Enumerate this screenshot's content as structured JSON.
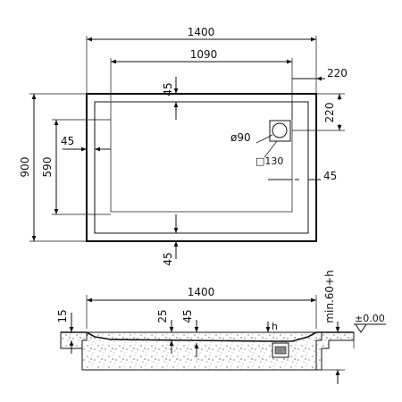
{
  "plan": {
    "overall_width": "1400",
    "inner_width": "1090",
    "offset_right": "220",
    "drain_offset_right": "220",
    "overall_depth": "900",
    "inner_depth": "590",
    "left_margin": "45",
    "right_margin": "45",
    "top_margin": "45",
    "bottom_margin": "45",
    "drain_diameter": "ø90",
    "drain_square": "□130"
  },
  "section": {
    "overall_width": "1400",
    "lip_height": "15",
    "depth_a": "25",
    "depth_b": "45",
    "h_label": "h",
    "min_height": "min.60+h",
    "floor_level": "±0.00"
  }
}
